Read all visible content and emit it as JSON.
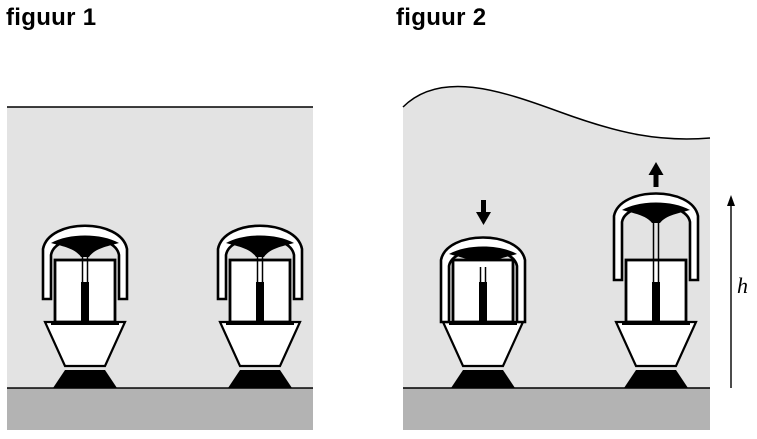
{
  "figures": [
    {
      "title": "figuur 1"
    },
    {
      "title": "figuur 2"
    }
  ],
  "height_label": "h",
  "colors": {
    "water": "#e3e3e3",
    "seabed": "#b3b3b3",
    "ink": "#000000",
    "body_fill": "#ffffff"
  },
  "icons": {
    "down_arrow": "arrow-down-icon",
    "up_arrow": "arrow-up-icon"
  }
}
